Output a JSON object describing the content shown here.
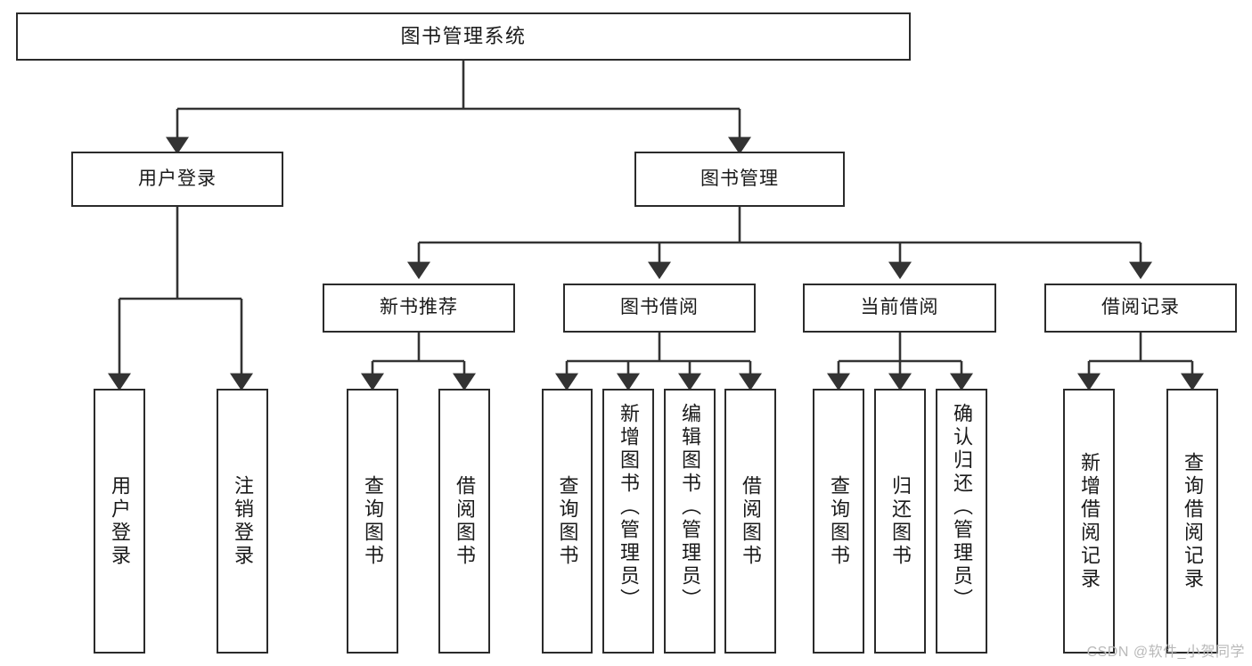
{
  "diagram": {
    "title": "图书管理系统",
    "type": "tree-hierarchy-chart",
    "orientation": "top-down",
    "colors": {
      "node_border": "#2b2b2b",
      "node_fill": "#ffffff",
      "edge": "#333333",
      "text": "#1a1a1a",
      "watermark": "#b9b9b9",
      "background": "#ffffff"
    },
    "watermark": "CSDN @软件_小贺同学",
    "levels": [
      {
        "level": 1,
        "nodes": [
          {
            "id": "root",
            "label": "图书管理系统",
            "orientation": "horizontal"
          }
        ]
      },
      {
        "level": 2,
        "nodes": [
          {
            "id": "login",
            "label": "用户登录",
            "orientation": "horizontal",
            "parent": "root"
          },
          {
            "id": "bookmgmt",
            "label": "图书管理",
            "orientation": "horizontal",
            "parent": "root"
          }
        ]
      },
      {
        "level": 3,
        "nodes": [
          {
            "id": "newbook",
            "label": "新书推荐",
            "orientation": "horizontal",
            "parent": "bookmgmt"
          },
          {
            "id": "borrow",
            "label": "图书借阅",
            "orientation": "horizontal",
            "parent": "bookmgmt"
          },
          {
            "id": "current",
            "label": "当前借阅",
            "orientation": "horizontal",
            "parent": "bookmgmt"
          },
          {
            "id": "records",
            "label": "借阅记录",
            "orientation": "horizontal",
            "parent": "bookmgmt"
          }
        ]
      },
      {
        "level": 4,
        "nodes": [
          {
            "id": "leaf-user-login",
            "label": "用户登录",
            "orientation": "vertical",
            "parent": "login"
          },
          {
            "id": "leaf-user-logout",
            "label": "注销登录",
            "orientation": "vertical",
            "parent": "login"
          },
          {
            "id": "leaf-nb-query",
            "label": "查询图书",
            "orientation": "vertical",
            "parent": "newbook"
          },
          {
            "id": "leaf-nb-borrow",
            "label": "借阅图书",
            "orientation": "vertical",
            "parent": "newbook"
          },
          {
            "id": "leaf-bo-query",
            "label": "查询图书",
            "orientation": "vertical",
            "parent": "borrow"
          },
          {
            "id": "leaf-bo-add",
            "label": "新增图书（管理员）",
            "orientation": "vertical",
            "parent": "borrow"
          },
          {
            "id": "leaf-bo-edit",
            "label": "编辑图书（管理员）",
            "orientation": "vertical",
            "parent": "borrow"
          },
          {
            "id": "leaf-bo-borrow",
            "label": "借阅图书",
            "orientation": "vertical",
            "parent": "borrow"
          },
          {
            "id": "leaf-cu-query",
            "label": "查询图书",
            "orientation": "vertical",
            "parent": "current"
          },
          {
            "id": "leaf-cu-return",
            "label": "归还图书",
            "orientation": "vertical",
            "parent": "current"
          },
          {
            "id": "leaf-cu-confirm",
            "label": "确认归还（管理员）",
            "orientation": "vertical",
            "parent": "current"
          },
          {
            "id": "leaf-rc-add",
            "label": "新增借阅记录",
            "orientation": "vertical",
            "parent": "records"
          },
          {
            "id": "leaf-rc-query",
            "label": "查询借阅记录",
            "orientation": "vertical",
            "parent": "records"
          }
        ]
      }
    ]
  }
}
